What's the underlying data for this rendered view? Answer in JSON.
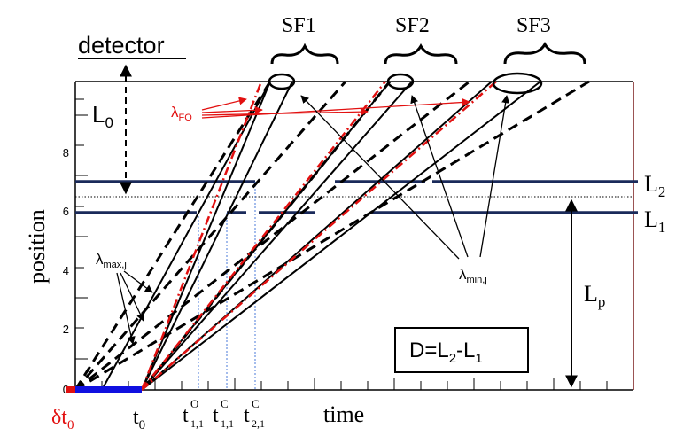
{
  "diagram": {
    "detector_label": "detector",
    "l0_label": "L",
    "l0_sub": "0",
    "lambda_fo_label": "λ",
    "lambda_fo_sub": "FO",
    "sf_labels": [
      "SF1",
      "SF2",
      "SF3"
    ],
    "lambda_max_label": "λ",
    "lambda_max_sub": "max,j",
    "lambda_min_label": "λ",
    "lambda_min_sub": "min,j",
    "l2_label": "L",
    "l2_sub": "2",
    "l1_label": "L",
    "l1_sub": "1",
    "lp_label": "L",
    "lp_sub": "p",
    "d_box": {
      "text": "D=L",
      "sub_a": "2",
      "mid": "-L",
      "sub_b": "1"
    },
    "y_axis_label": "position",
    "y_ticks": [
      "0",
      "2",
      "4",
      "6",
      "8"
    ],
    "x_axis_label": "time",
    "bottom_labels": {
      "dt0": {
        "text": "δt",
        "sub": "0"
      },
      "t0": {
        "text": "t",
        "sub": "0"
      },
      "t1": {
        "text": "t",
        "sup": "O",
        "sub": "1,1"
      },
      "t2": {
        "text": "t",
        "sup": "C",
        "sub": "1,1"
      },
      "t3": {
        "text": "t",
        "sup": "C",
        "sub": "2,1"
      }
    },
    "colors": {
      "frame": "#000000",
      "chopper_line": "#1a2a5a",
      "red": "#e21010",
      "blue_bar": "#1010e0",
      "red_bar": "#e01010",
      "guide_blue": "#4a7ad8",
      "right_edge": "#7a1a1a"
    }
  }
}
